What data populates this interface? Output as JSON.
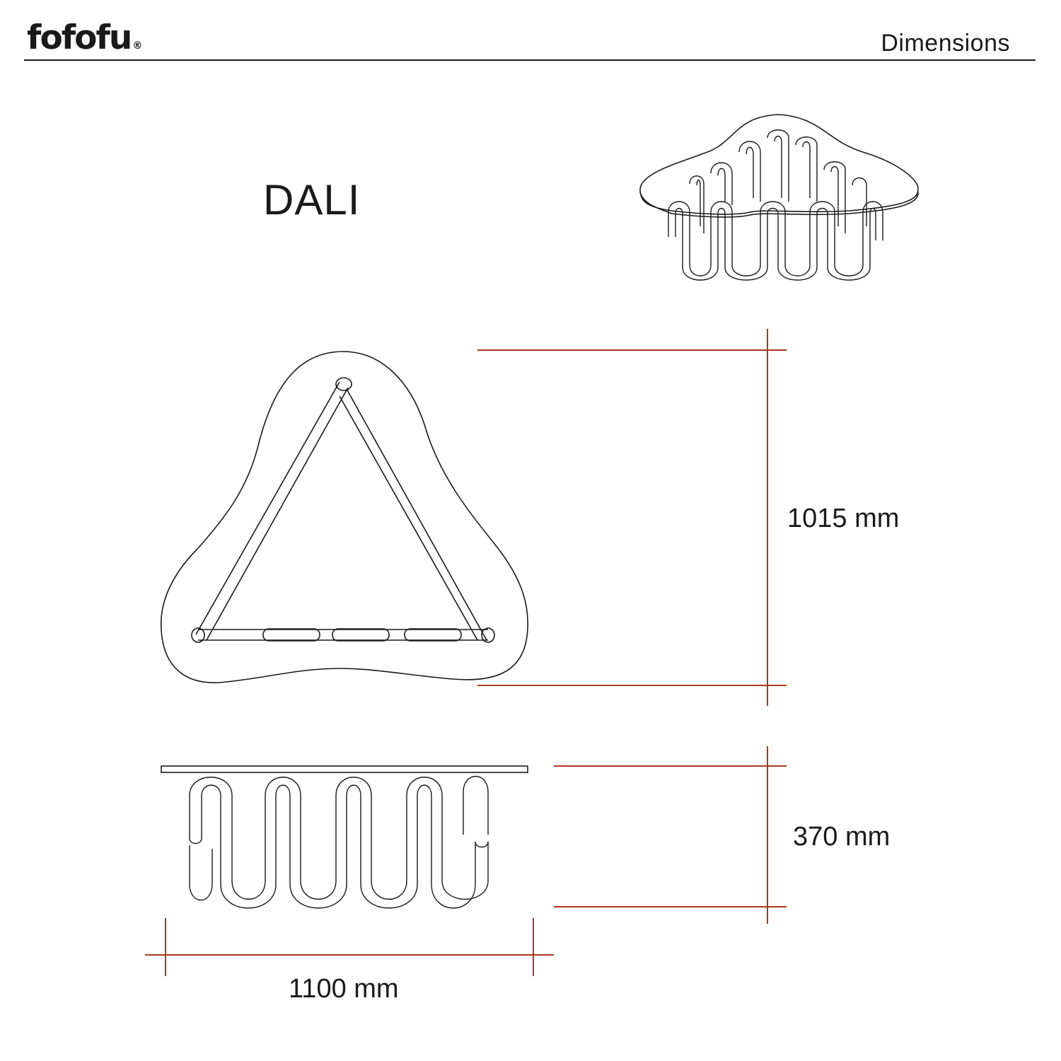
{
  "header": {
    "brand": "fofofu",
    "brand_mark": "®",
    "section_title": "Dimensions"
  },
  "product": {
    "name": "DALI"
  },
  "views": {
    "perspective": "perspective-view",
    "top": "top-view",
    "front": "front-view"
  },
  "dimensions": {
    "depth": {
      "value": 1015,
      "unit": "mm",
      "label": "1015 mm"
    },
    "height": {
      "value": 370,
      "unit": "mm",
      "label": "370 mm"
    },
    "width": {
      "value": 1100,
      "unit": "mm",
      "label": "1100 mm"
    }
  },
  "colors": {
    "dimension_line": "#a8381f",
    "drawing_line": "#1a1a1a",
    "background": "#ffffff"
  }
}
